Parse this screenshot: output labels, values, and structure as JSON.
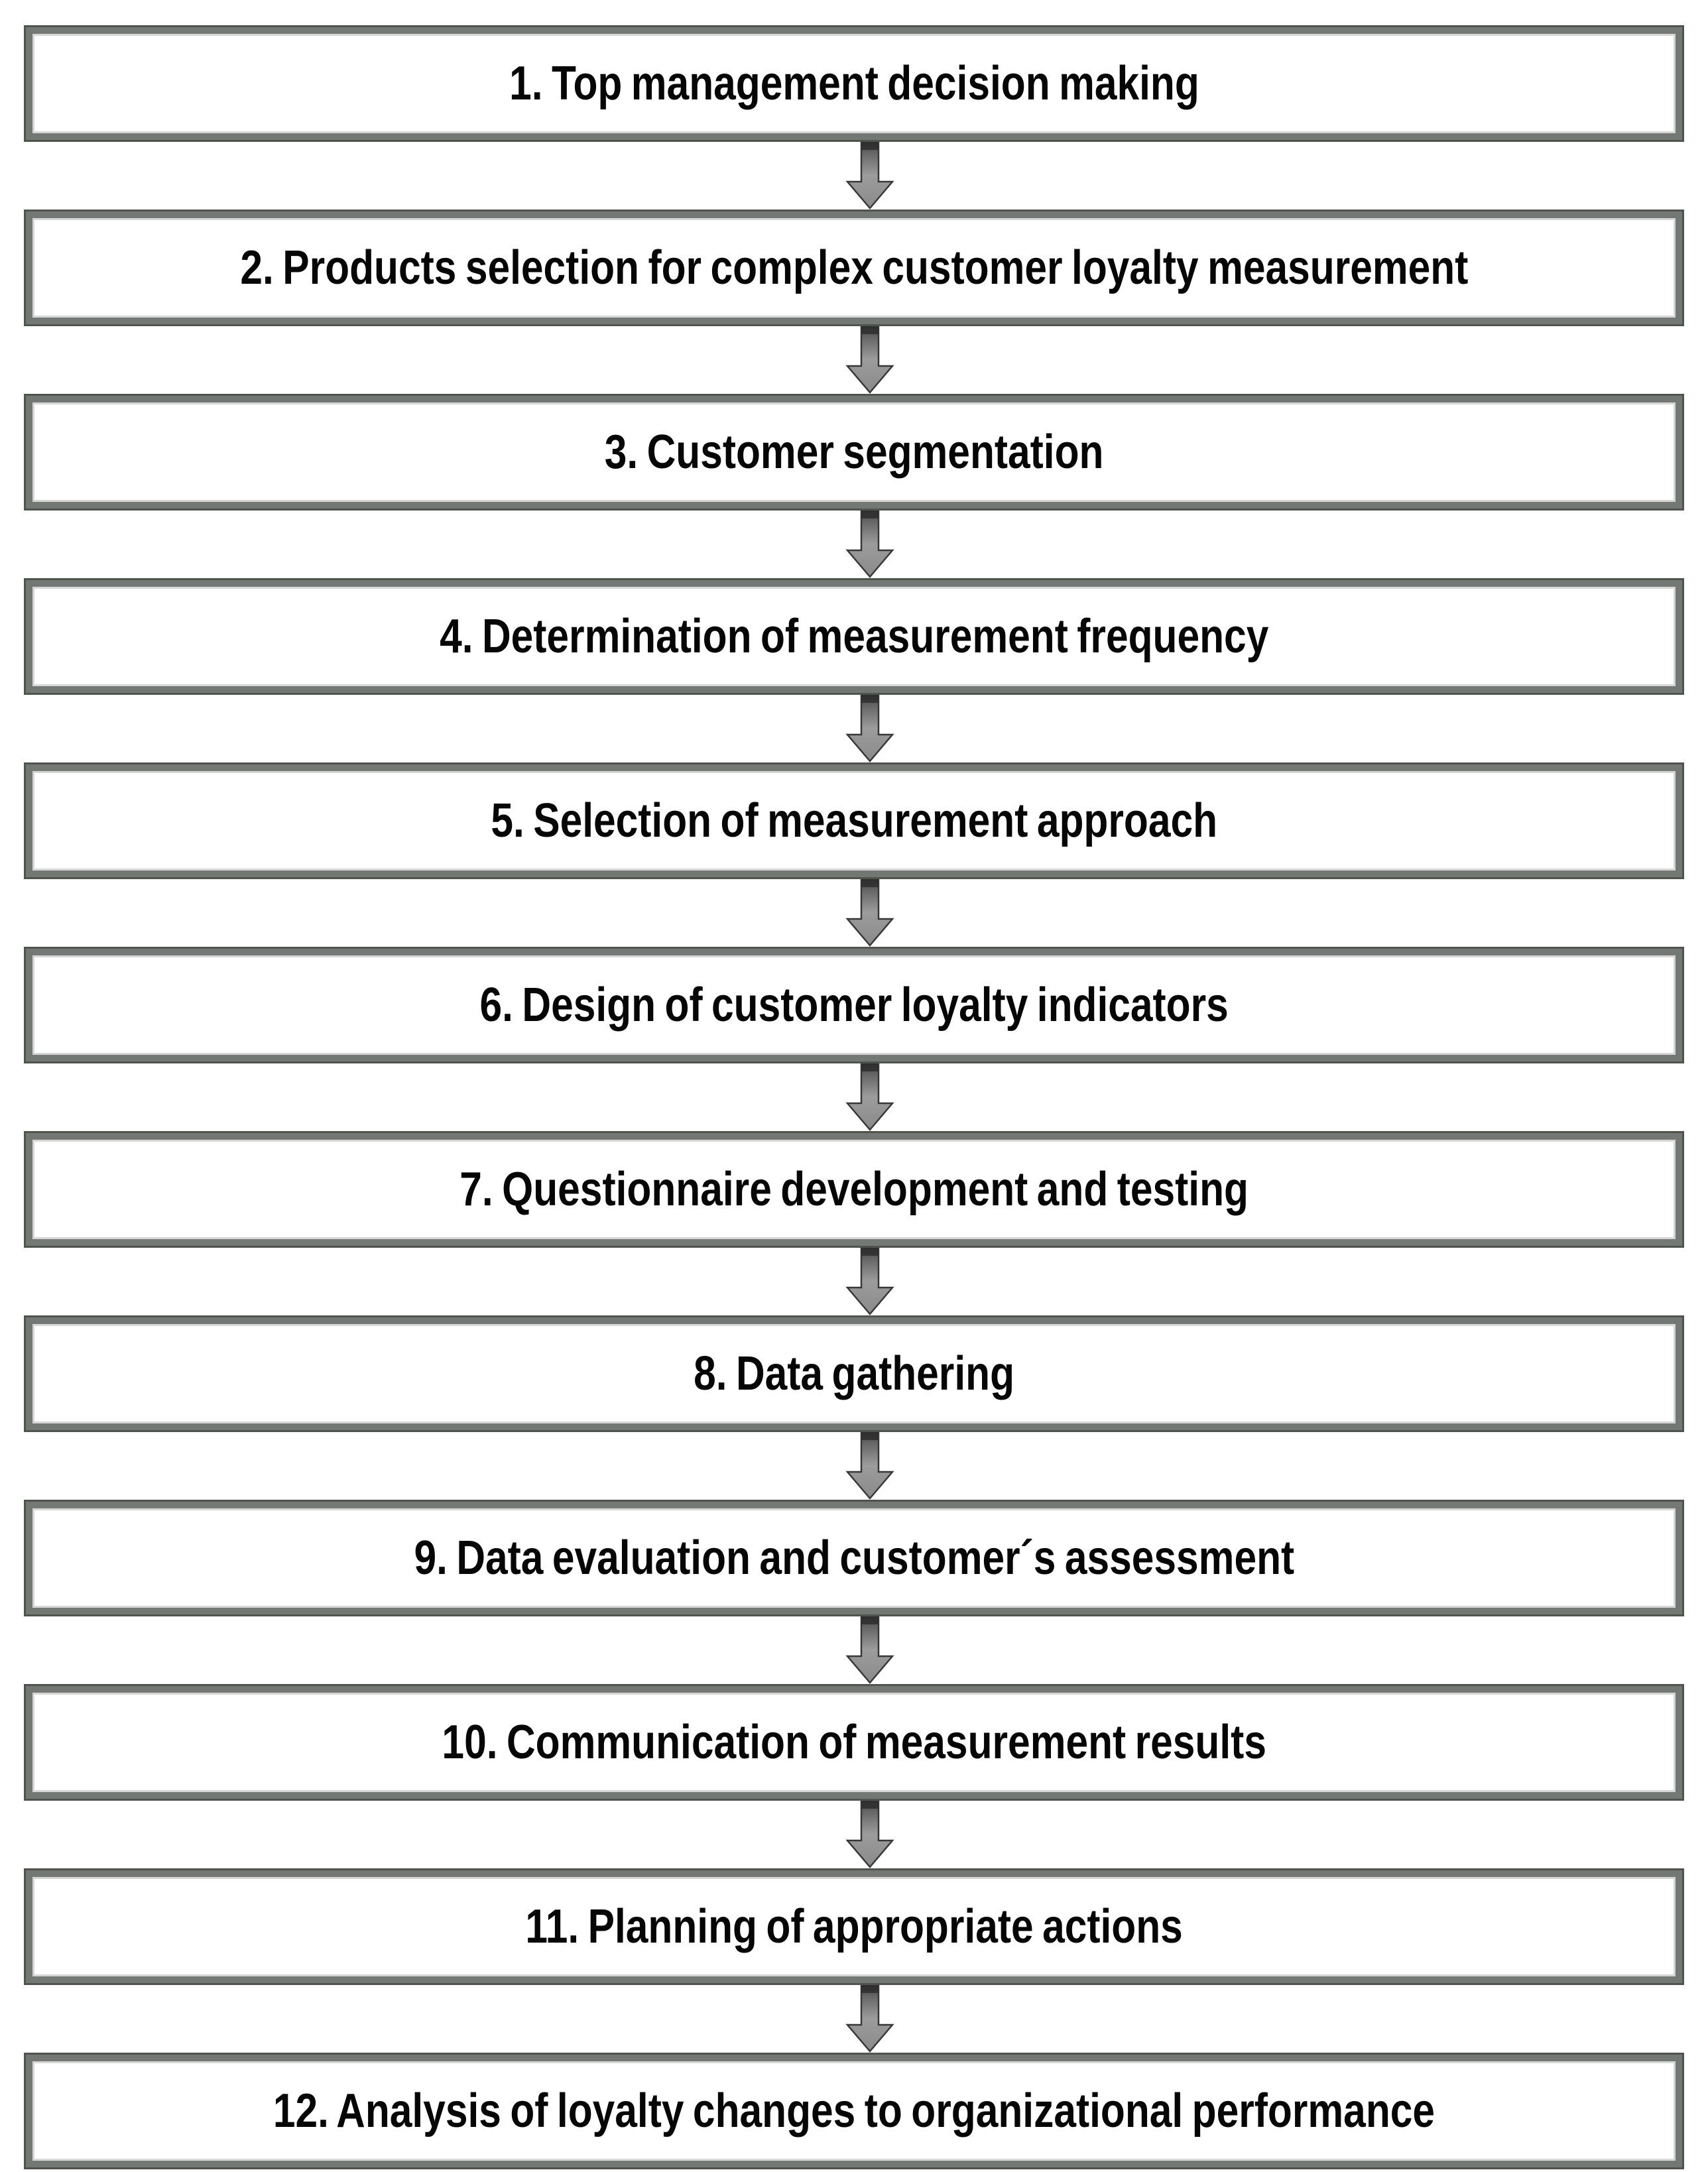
{
  "diagram": {
    "type": "flowchart",
    "direction": "top-down",
    "steps": [
      {
        "text": "1. Top management decision making"
      },
      {
        "text": "2. Products selection for complex customer loyalty measurement"
      },
      {
        "text": "3. Customer segmentation"
      },
      {
        "text": "4. Determination of measurement frequency"
      },
      {
        "text": "5. Selection of measurement approach"
      },
      {
        "text": "6. Design of customer loyalty indicators"
      },
      {
        "text": "7. Questionnaire development and testing"
      },
      {
        "text": "8. Data gathering"
      },
      {
        "text": "9. Data evaluation and customer´s assessment"
      },
      {
        "text": "10. Communication of measurement results"
      },
      {
        "text": "11. Planning of appropriate actions"
      },
      {
        "text": "12. Analysis of loyalty changes to organizational performance"
      }
    ],
    "connector_icon": "down-arrow-icon",
    "colors": {
      "box_border": "#50544f",
      "box_border_inner": "#747874",
      "box_fill": "#ffffff",
      "text": "#060606",
      "arrow_fill": "#969696",
      "arrow_outline": "#383838"
    }
  }
}
